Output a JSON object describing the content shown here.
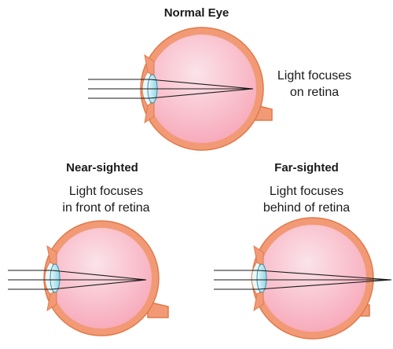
{
  "normal": {
    "title": "Normal Eye",
    "caption_line1": "Light focuses",
    "caption_line2": "on retina"
  },
  "near": {
    "title": "Near-sighted",
    "caption_line1": "Light focuses",
    "caption_line2": "in front of retina"
  },
  "far": {
    "title": "Far-sighted",
    "caption_line1": "Light focuses",
    "caption_line2": "behind of retina"
  },
  "colors": {
    "outline": "#e07a4a",
    "sclera": "#f29a76",
    "interior": "#f7a7b8",
    "interior_highlight": "#fbe3ea",
    "lens": "#8ed6e6",
    "lens_highlight": "#e8f8fb",
    "ray": "#1a1a1a"
  }
}
